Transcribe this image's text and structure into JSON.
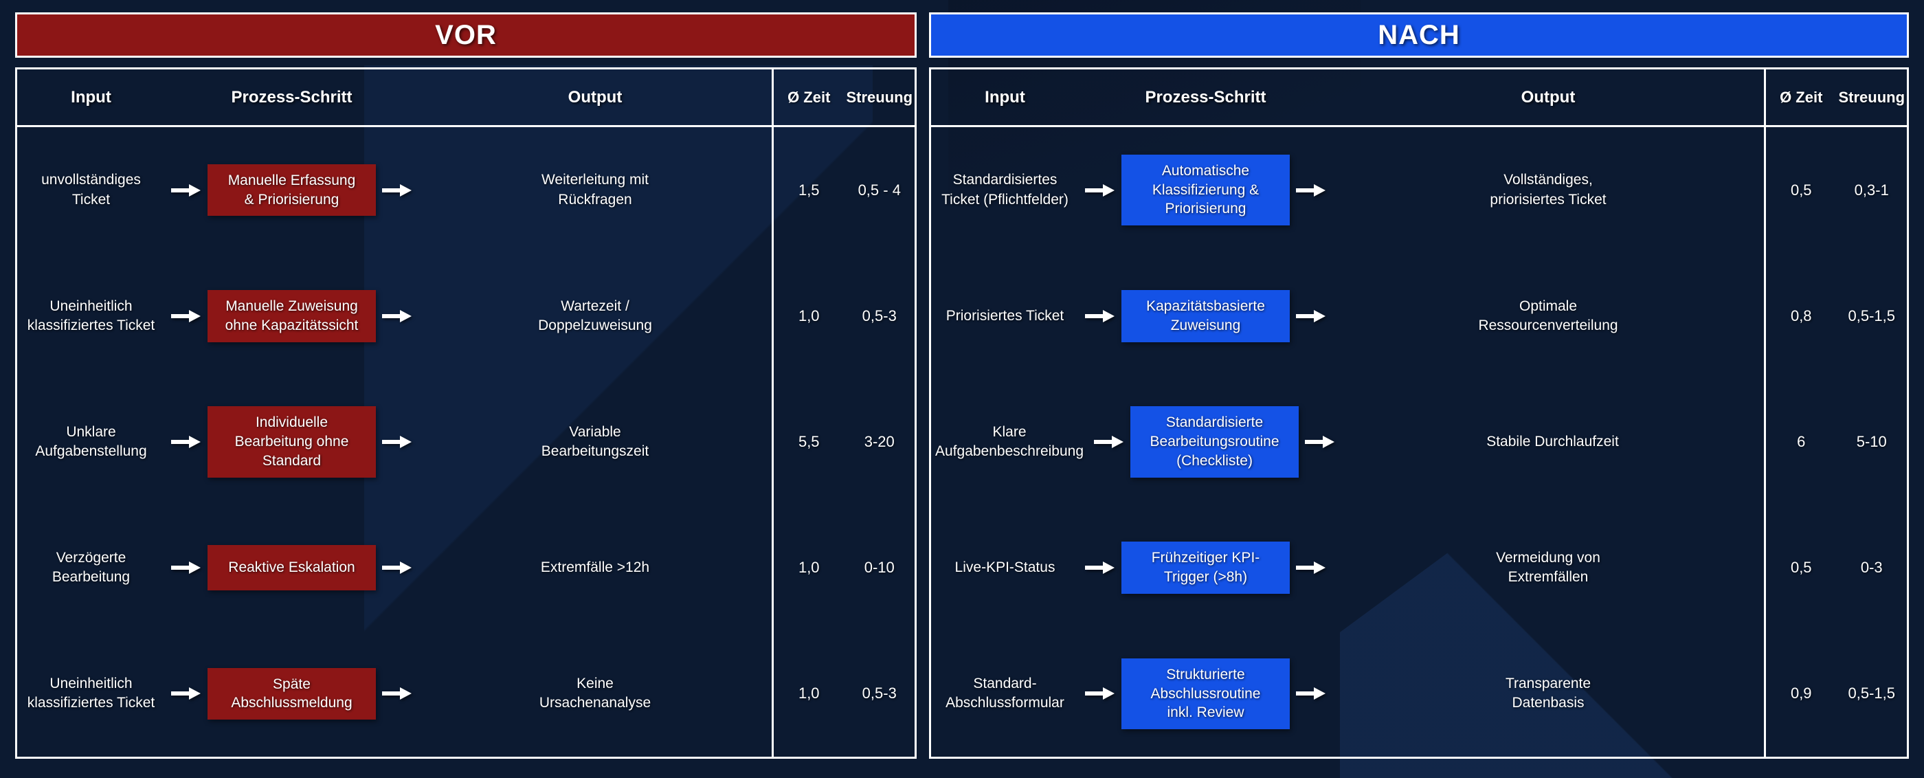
{
  "panels": {
    "left": {
      "banner": "VOR",
      "accent": "#8c1616",
      "headers": {
        "input": "Input",
        "process": "Prozess-Schritt",
        "output": "Output",
        "avg_time": "Ø Zeit",
        "spread": "Streuung"
      },
      "rows": [
        {
          "input": "unvollständiges\nTicket",
          "process": "Manuelle Erfassung\n& Priorisierung",
          "output": "Weiterleitung mit\nRückfragen",
          "avg_time": "1,5",
          "spread": "0,5 - 4"
        },
        {
          "input": "Uneinheitlich\nklassifiziertes Ticket",
          "process": "Manuelle Zuweisung\nohne Kapazitätssicht",
          "output": "Wartezeit /\nDoppelzuweisung",
          "avg_time": "1,0",
          "spread": "0,5-3"
        },
        {
          "input": "Unklare\nAufgabenstellung",
          "process": "Individuelle\nBearbeitung ohne\nStandard",
          "output": "Variable\nBearbeitungszeit",
          "avg_time": "5,5",
          "spread": "3-20"
        },
        {
          "input": "Verzögerte\nBearbeitung",
          "process": "Reaktive Eskalation",
          "output": "Extremfälle >12h",
          "avg_time": "1,0",
          "spread": "0-10"
        },
        {
          "input": "Uneinheitlich\nklassifiziertes Ticket",
          "process": "Späte\nAbschlussmeldung",
          "output": "Keine\nUrsachenanalyse",
          "avg_time": "1,0",
          "spread": "0,5-3"
        }
      ]
    },
    "right": {
      "banner": "NACH",
      "accent": "#1452e6",
      "headers": {
        "input": "Input",
        "process": "Prozess-Schritt",
        "output": "Output",
        "avg_time": "Ø Zeit",
        "spread": "Streuung"
      },
      "rows": [
        {
          "input": "Standardisiertes\nTicket (Pflichtfelder)",
          "process": "Automatische\nKlassifizierung &\nPriorisierung",
          "output": "Vollständiges,\npriorisiertes Ticket",
          "avg_time": "0,5",
          "spread": "0,3-1"
        },
        {
          "input": "Priorisiertes Ticket",
          "process": "Kapazitätsbasierte\nZuweisung",
          "output": "Optimale\nRessourcenverteilung",
          "avg_time": "0,8",
          "spread": "0,5-1,5"
        },
        {
          "input": "Klare\nAufgabenbeschreibung",
          "process": "Standardisierte\nBearbeitungsroutine\n(Checkliste)",
          "output": "Stabile Durchlaufzeit",
          "avg_time": "6",
          "spread": "5-10"
        },
        {
          "input": "Live-KPI-Status",
          "process": "Frühzeitiger KPI-\nTrigger (>8h)",
          "output": "Vermeidung von\nExtremfällen",
          "avg_time": "0,5",
          "spread": "0-3"
        },
        {
          "input": "Standard-\nAbschlussformular",
          "process": "Strukturierte\nAbschlussroutine\ninkl. Review",
          "output": "Transparente\nDatenbasis",
          "avg_time": "0,9",
          "spread": "0,5-1,5"
        }
      ]
    }
  },
  "icons": {
    "flow_arrow": "arrow-right-icon"
  },
  "colors": {
    "background": "#0c1a31",
    "border": "#ffffff",
    "vor_accent": "#8c1616",
    "nach_accent": "#1452e6",
    "text": "#ffffff"
  }
}
